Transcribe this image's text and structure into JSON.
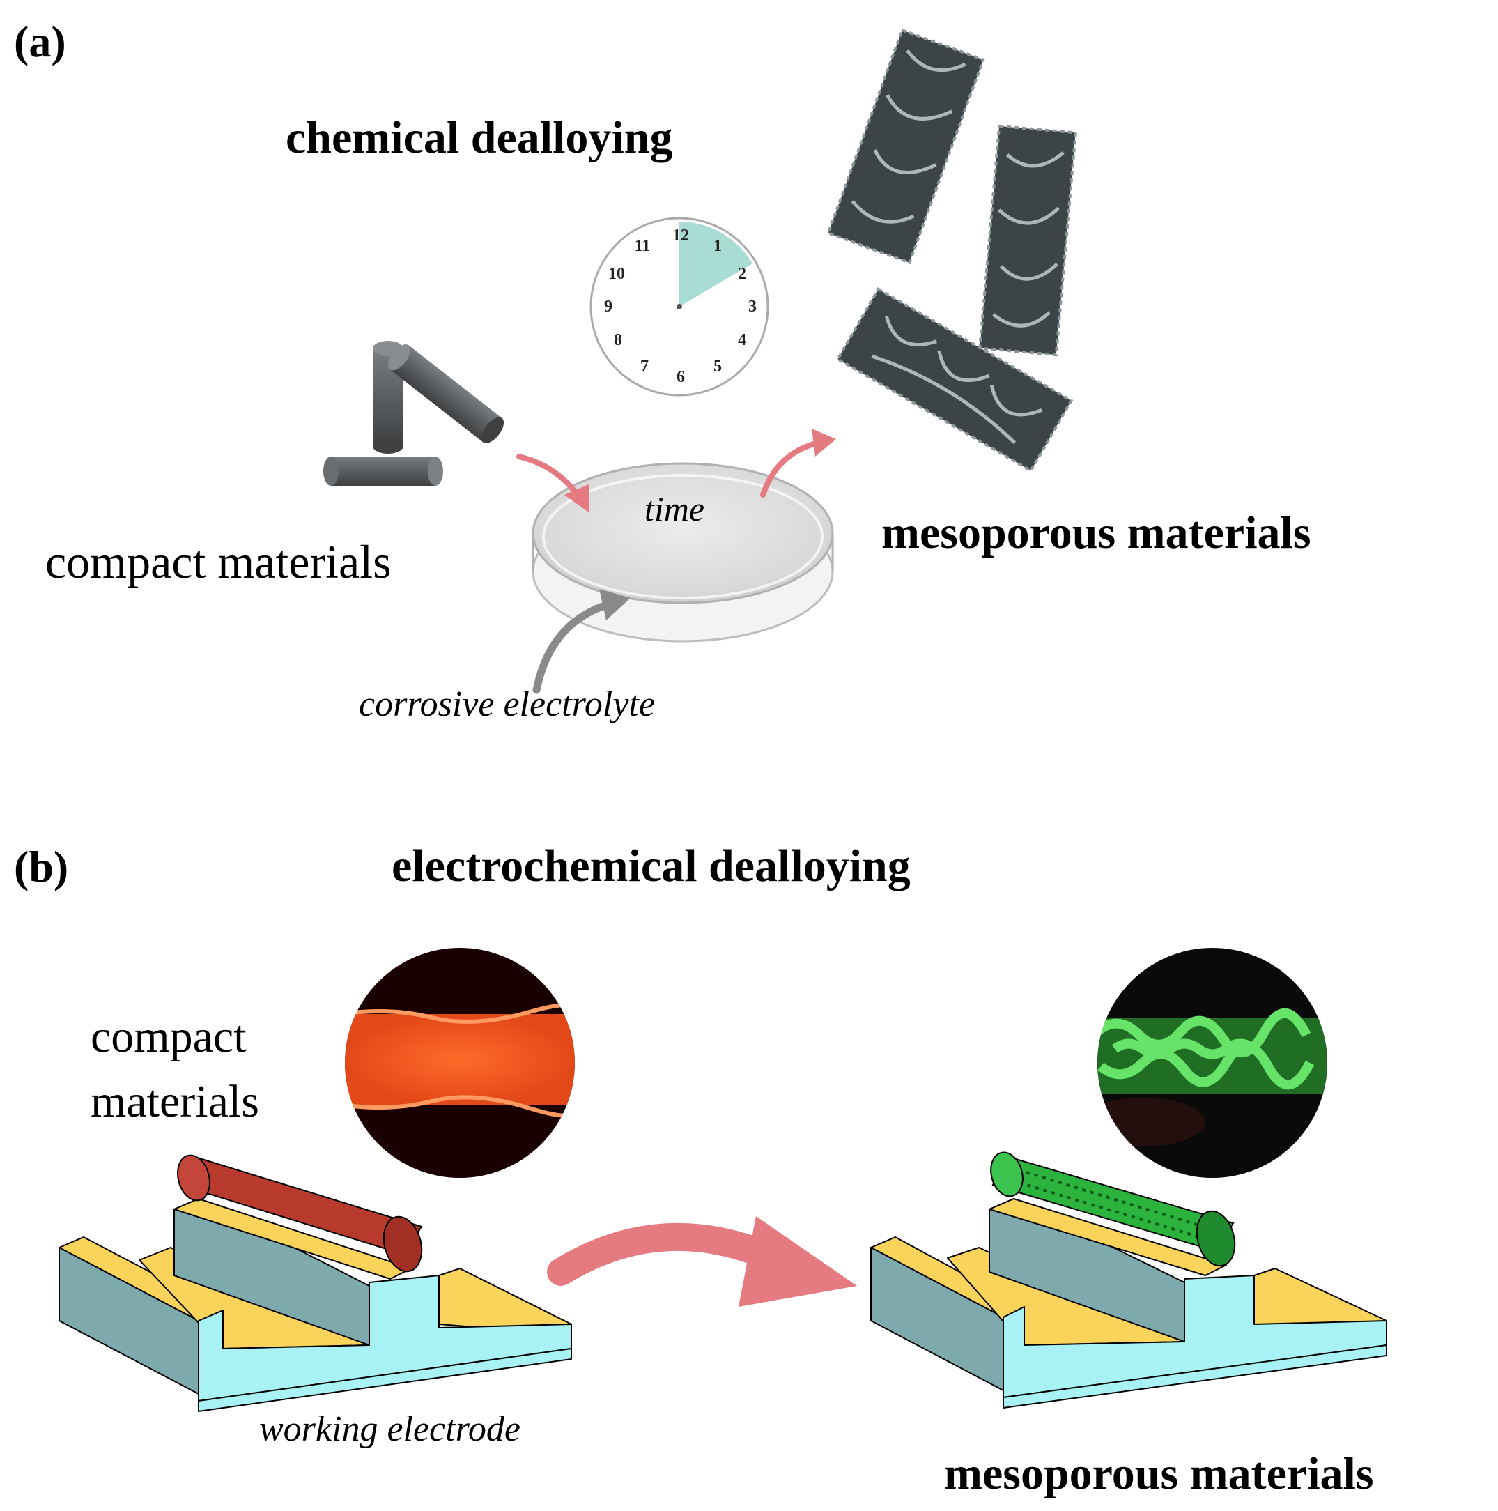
{
  "panel_a": {
    "label": "(a)",
    "title": "chemical dealloying",
    "input_label": "compact materials",
    "time_label": "time",
    "electrolyte_label": "corrosive electrolyte",
    "output_label": "mesoporous materials",
    "clock_numbers": [
      "12",
      "1",
      "2",
      "3",
      "4",
      "5",
      "6",
      "7",
      "8",
      "9",
      "10",
      "11"
    ]
  },
  "panel_b": {
    "label": "(b)",
    "title": "electrochemical dealloying",
    "input_label_line1": "compact",
    "input_label_line2": "materials",
    "electrode_label": "working electrode",
    "output_label": "mesoporous materials"
  },
  "colors": {
    "rod_gray": "#5f6264",
    "arrow_red": "#e57b80",
    "arrow_gray": "#8a8a8a",
    "clock_sector": "#a9dcd4",
    "electrode_side": "#7eaaae",
    "electrode_face": "#a8f2f6",
    "electrode_gold": "#f9d35a",
    "compact_rod": "#b83a2c",
    "porous_rod": "#2bb33e"
  }
}
